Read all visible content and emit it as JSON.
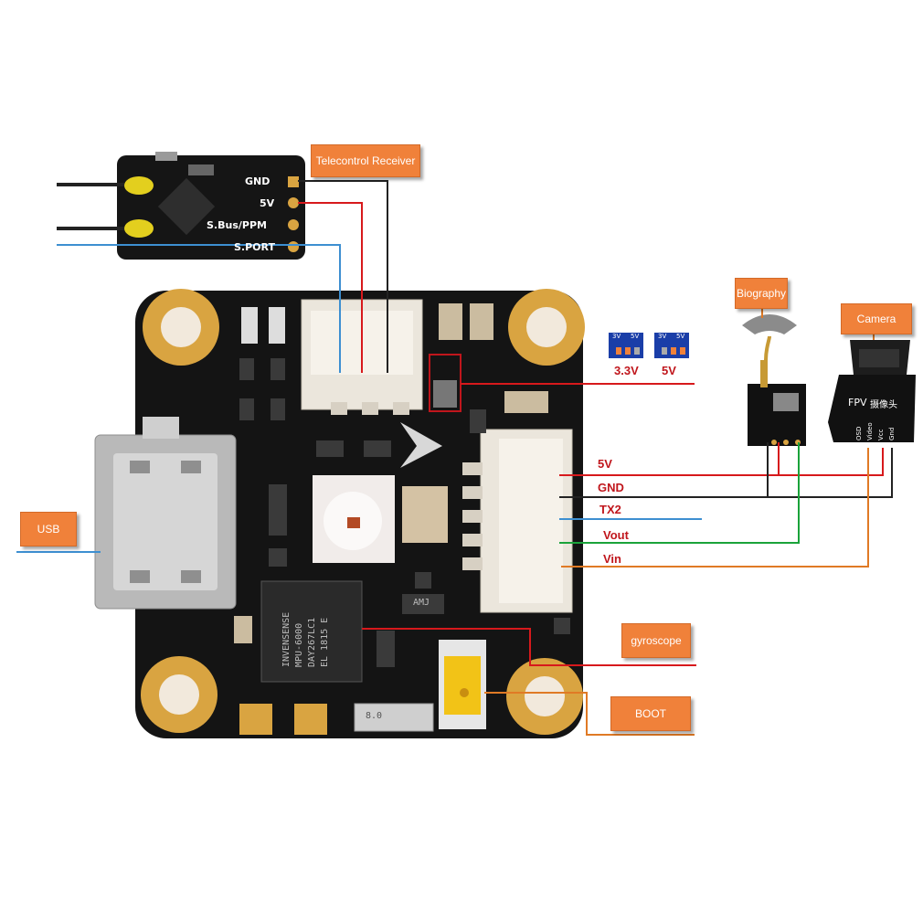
{
  "callouts": {
    "telecontrol_receiver": "Telecontrol Receiver",
    "biography": "Biography",
    "camera": "Camera",
    "usb": "USB",
    "gyroscope": "gyroscope",
    "boot": "BOOT"
  },
  "receiver": {
    "pins": [
      "GND",
      "5V",
      "S.Bus/PPM",
      "S.PORT"
    ]
  },
  "jumpers": {
    "v33": "3.3V",
    "v5": "5V",
    "pad_labels": [
      "3V",
      "5V"
    ]
  },
  "connector_wires": [
    {
      "label": "5V",
      "color": "#d7191c"
    },
    {
      "label": "GND",
      "color": "#222222"
    },
    {
      "label": "TX2",
      "color": "#3d8fd1"
    },
    {
      "label": "Vout",
      "color": "#1aa33a"
    },
    {
      "label": "Vin",
      "color": "#e07a25"
    }
  ],
  "chips": {
    "gyro_lines": [
      "INVENSENSE",
      "MPU-6000",
      "DAY267LC1",
      "EL 1815 E"
    ],
    "inductor": "AMJ",
    "crystal": "8.0"
  },
  "camera": {
    "brand": "FPV",
    "cn": "摄像头",
    "pins": [
      "OSD",
      "Video",
      "Vcc",
      "Gnd"
    ]
  },
  "colors": {
    "board": "#141414",
    "gold": "#d9a441",
    "callout": "#f0813a",
    "red_wire": "#d7191c",
    "blue_wire": "#3d8fd1",
    "green_wire": "#1aa33a",
    "orange_wire": "#e07a25"
  }
}
